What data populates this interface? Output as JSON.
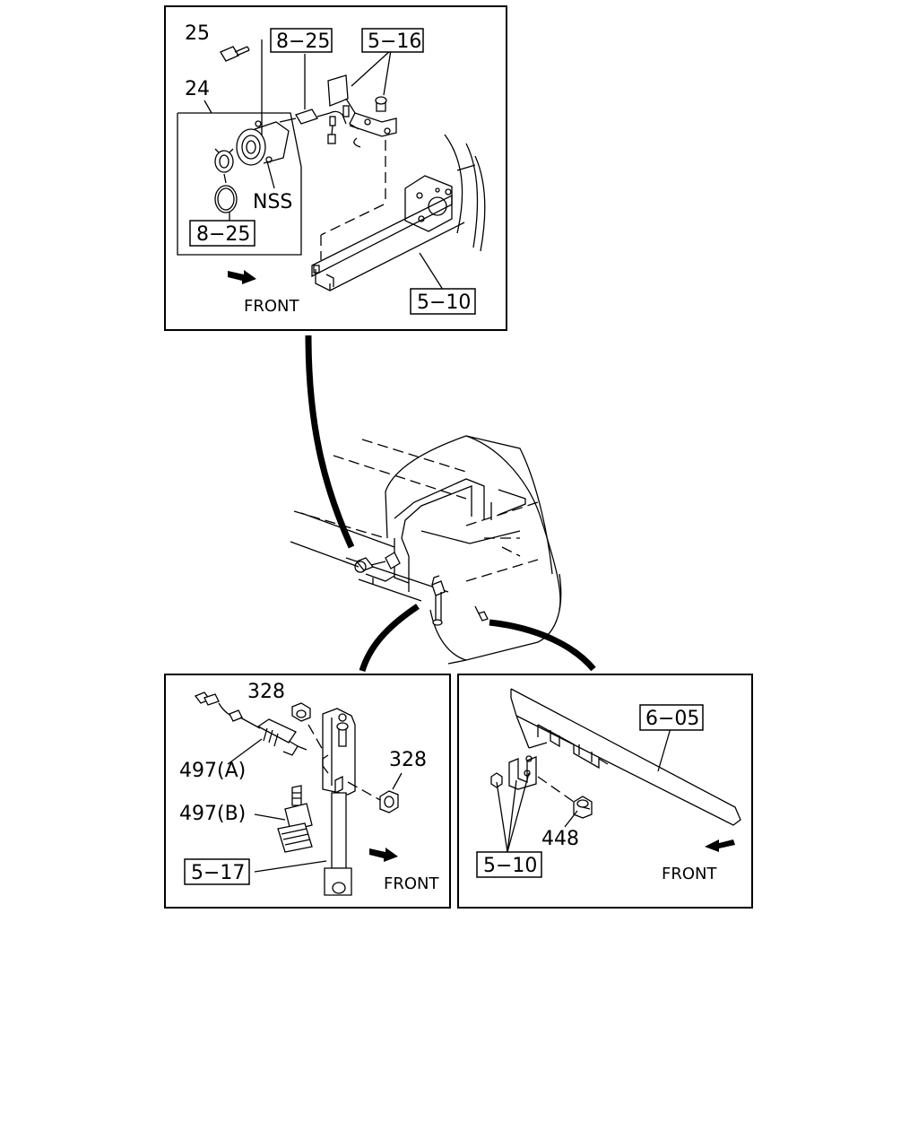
{
  "labels": {
    "top": {
      "n25": "25",
      "n24": "24",
      "ref_8_25_a": "8−25",
      "ref_5_16": "5−16",
      "nss": "NSS",
      "ref_8_25_b": "8−25",
      "front": "FRONT",
      "ref_5_10": "5−10"
    },
    "bottom_left": {
      "n328_a": "328",
      "n328_b": "328",
      "n497a": "497(A)",
      "n497b": "497(B)",
      "ref_5_17": "5−17",
      "front": "FRONT"
    },
    "bottom_right": {
      "ref_6_05": "6−05",
      "n448": "448",
      "ref_5_10": "5−10",
      "front": "FRONT"
    }
  }
}
